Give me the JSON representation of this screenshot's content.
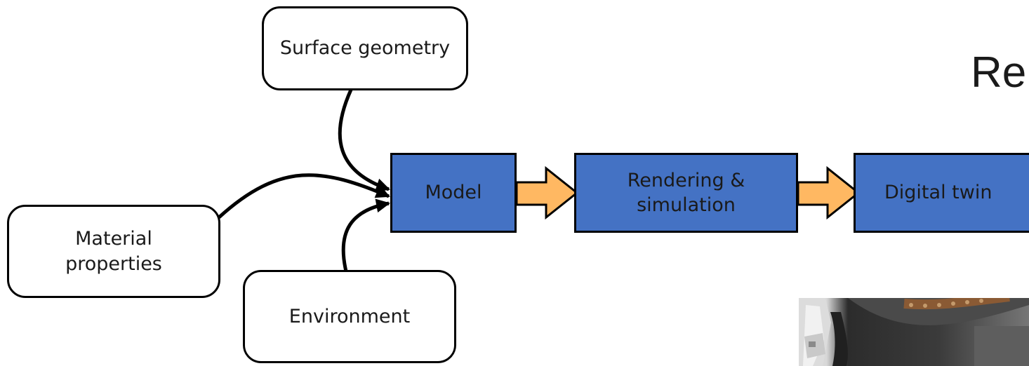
{
  "title_partial": "Re",
  "inputs": {
    "surface_geometry": "Surface geometry",
    "material_properties": [
      "Material",
      "properties"
    ],
    "environment": "Environment"
  },
  "pipeline": {
    "model": "Model",
    "rendering": [
      "Rendering &",
      "simulation"
    ],
    "digital_twin": "Digital twin"
  },
  "colors": {
    "process_fill": "#4472c4",
    "arrow_fill": "#ffb862",
    "outline": "#000000"
  }
}
